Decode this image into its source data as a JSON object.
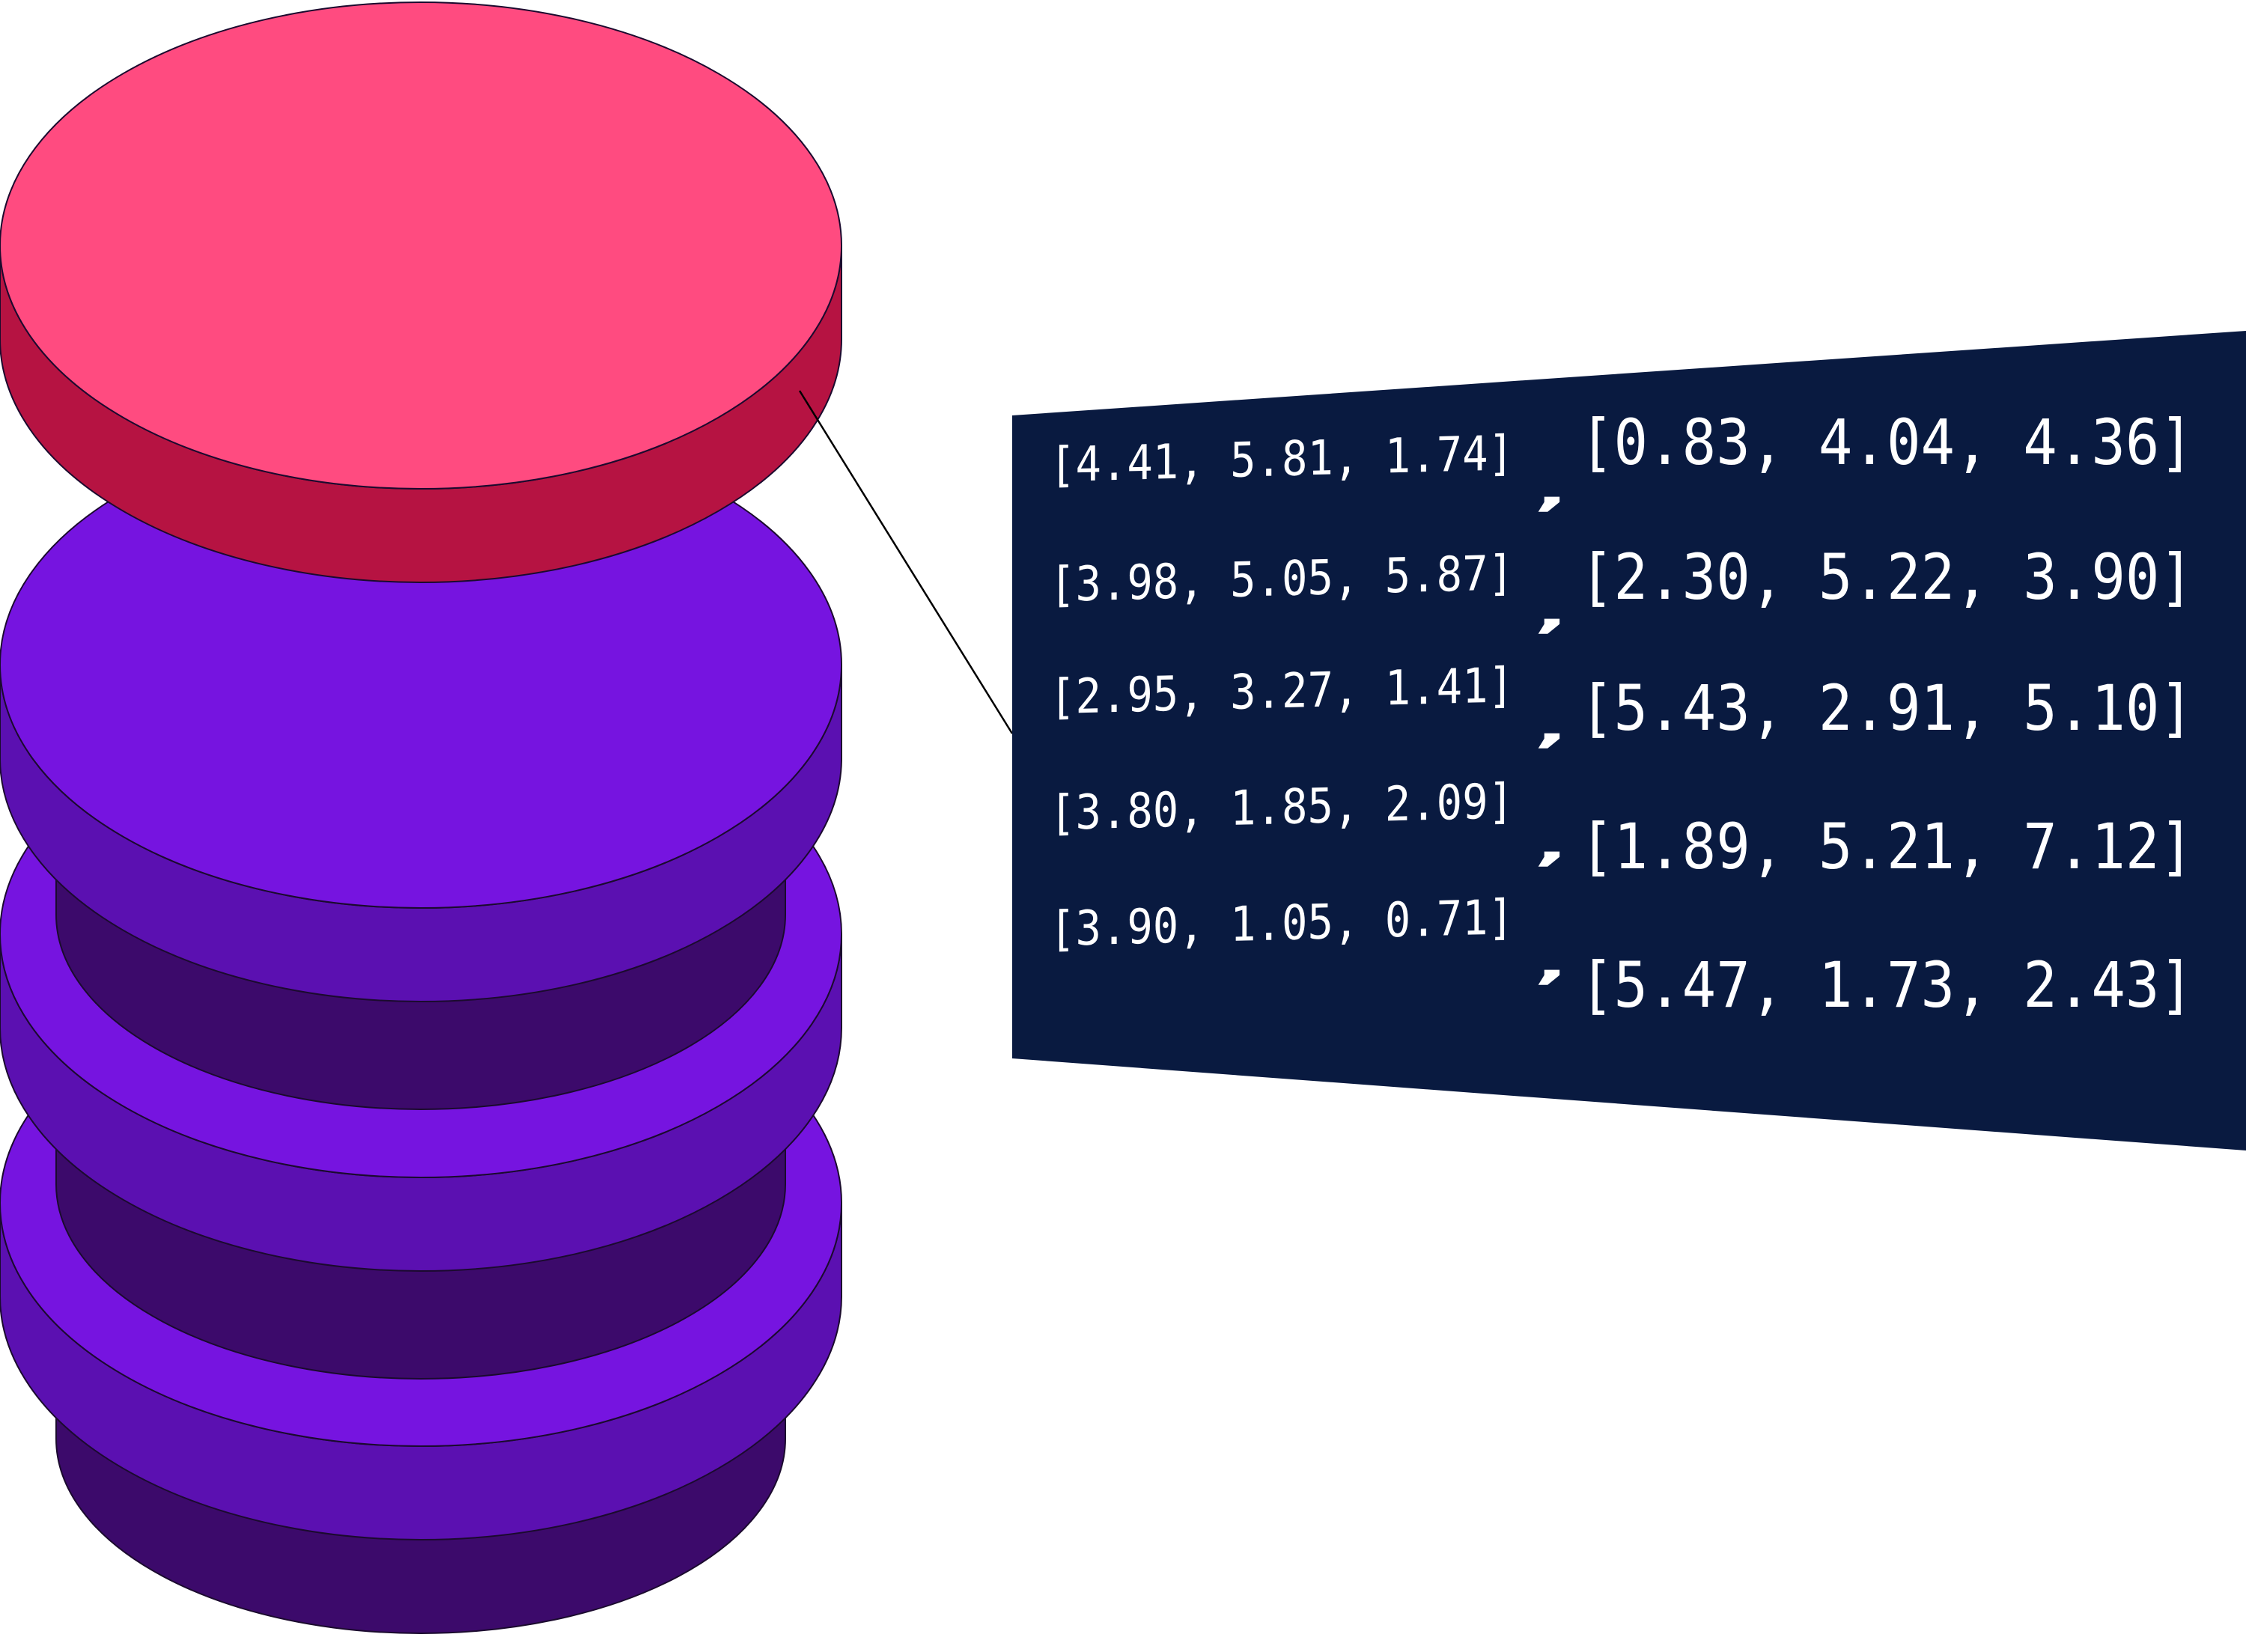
{
  "colors": {
    "background": "#ffffff",
    "top_disk_face": "#ff4b80",
    "top_disk_side": "#b61342",
    "purple_face": "#7614e0",
    "purple_side": "#5b10b1",
    "purple_inner": "#3c0a6b",
    "outline": "#1b0a2e",
    "panel": "#091a40",
    "panel_text": "#ffffff",
    "connector": "#000000"
  },
  "rows": [
    {
      "left": [
        "4.41",
        "5.81",
        "1.74"
      ],
      "right": [
        "0.83",
        "4.04",
        "4.36"
      ]
    },
    {
      "left": [
        "3.98",
        "5.05",
        "5.87"
      ],
      "right": [
        "2.30",
        "5.22",
        "3.90"
      ]
    },
    {
      "left": [
        "2.95",
        "3.27",
        "1.41"
      ],
      "right": [
        "5.43",
        "2.91",
        "5.10"
      ]
    },
    {
      "left": [
        "3.80",
        "1.85",
        "2.09"
      ],
      "right": [
        "1.89",
        "5.21",
        "7.12"
      ]
    },
    {
      "left": [
        "3.90",
        "1.05",
        "0.71"
      ],
      "right": [
        "5.47",
        "1.73",
        "2.43"
      ]
    }
  ]
}
